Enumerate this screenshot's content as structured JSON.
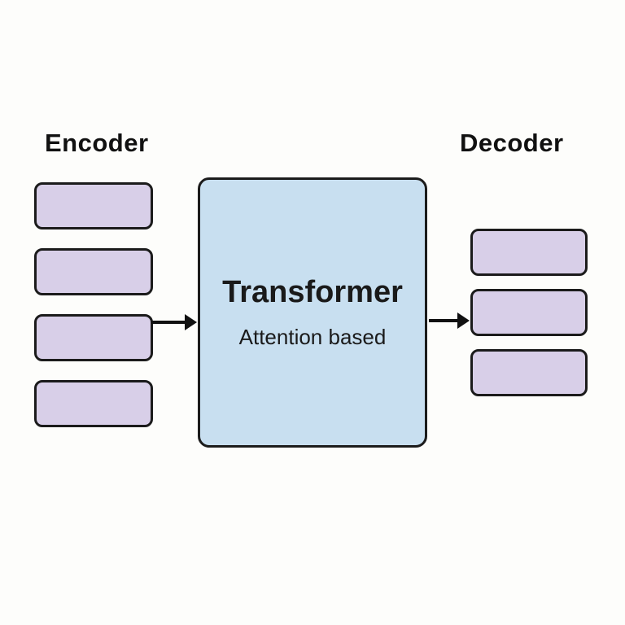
{
  "diagram": {
    "encoder": {
      "label": "Encoder",
      "block_count": 4
    },
    "decoder": {
      "label": "Decoder",
      "block_count": 3
    },
    "transformer": {
      "title": "Transformer",
      "subtitle": "Attention based"
    },
    "arrows": [
      {
        "name": "encoder-to-transformer",
        "direction": "right"
      },
      {
        "name": "transformer-to-decoder",
        "direction": "right"
      }
    ],
    "colors": {
      "background": "#fdfdfb",
      "block_fill": "#d8cfe8",
      "block_border": "#1b1b1b",
      "transformer_fill": "#c8dff0",
      "transformer_border": "#1b1b1b",
      "arrow": "#111111"
    }
  }
}
